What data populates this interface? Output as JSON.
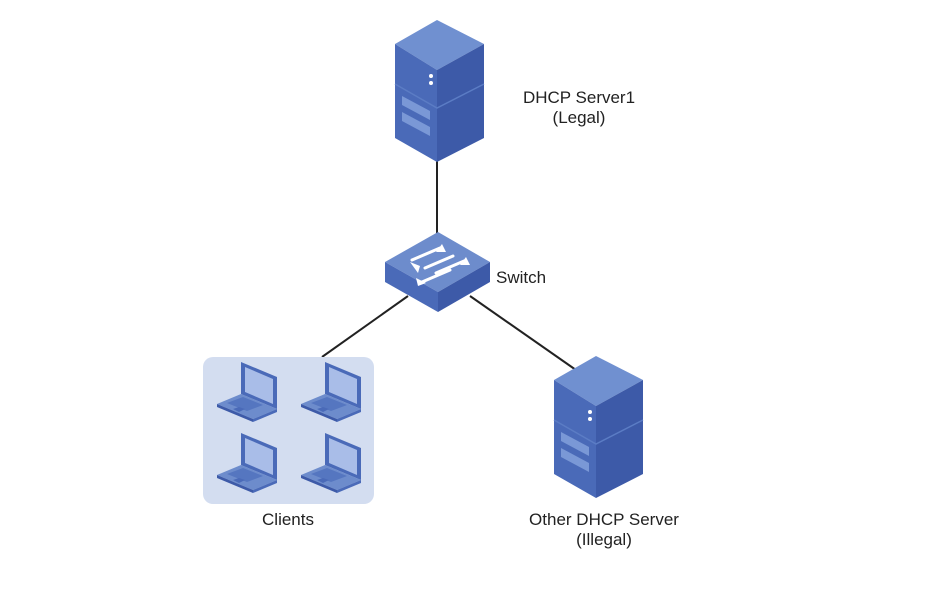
{
  "nodes": {
    "dhcp_server_legal": {
      "name": "DHCP Server1",
      "note": "(Legal)",
      "icon": "server-icon"
    },
    "switch": {
      "name": "Switch",
      "icon": "switch-icon"
    },
    "clients": {
      "name": "Clients",
      "icon": "laptop-icon",
      "count": 4
    },
    "dhcp_server_illegal": {
      "name": "Other DHCP Server",
      "note": "(Illegal)",
      "icon": "server-icon"
    }
  },
  "colors": {
    "device_top": "#7090d0",
    "device_front": "#4a6ab8",
    "device_side": "#3d5aa8",
    "client_area": "#d3ddf0",
    "link": "#222222"
  }
}
